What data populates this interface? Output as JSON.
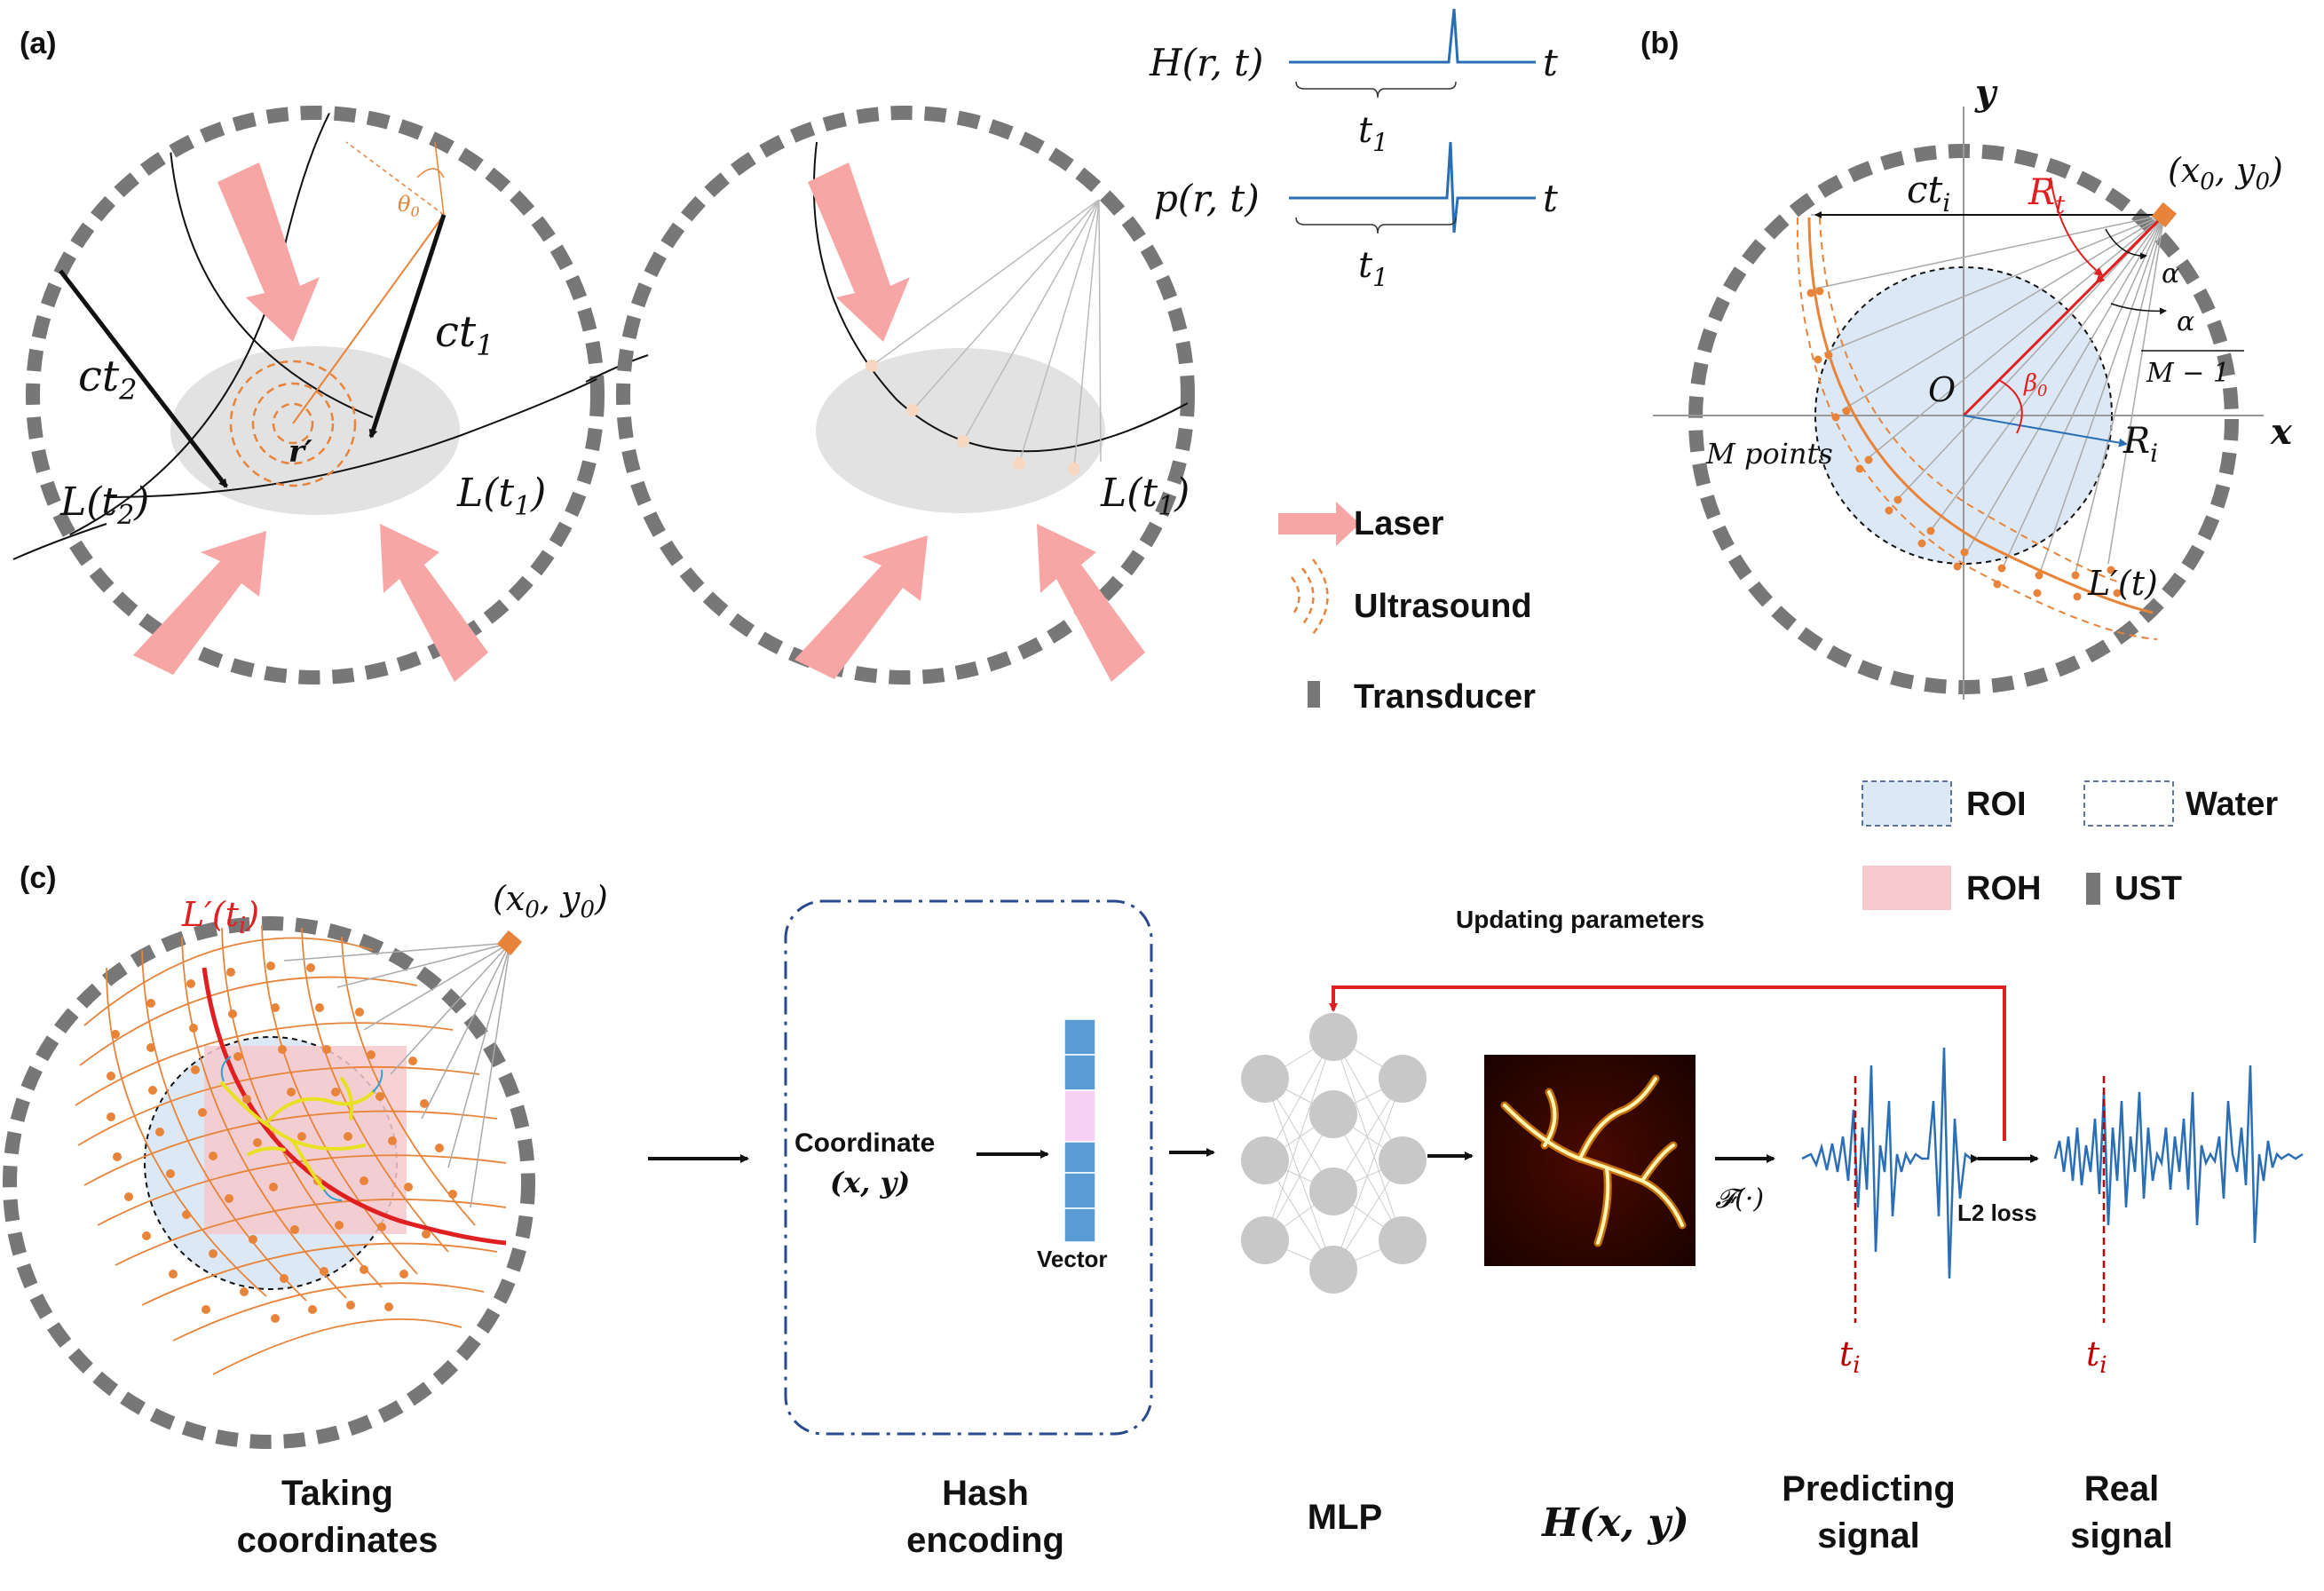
{
  "panels": {
    "a": "(a)",
    "b": "(b)",
    "c": "(c)"
  },
  "panel_a": {
    "ct1": "ct",
    "ct1_sub": "1",
    "ct2": "ct",
    "ct2_sub": "2",
    "Lt1": "L(t",
    "Lt1_sub": "1",
    "Lt1_end": ")",
    "Lt2": "L(t",
    "Lt2_sub": "2",
    "Lt2_end": ")",
    "rprime": "r′",
    "theta0": "θ",
    "theta0_sub": "0",
    "Lt1b": "L(t",
    "Lt1b_sub": "1",
    "Lt1b_end": ")"
  },
  "signals": {
    "H": "H(r, t)",
    "p": "p(r, t)",
    "t": "t",
    "t1": "t",
    "t1_sub": "1"
  },
  "legend_a": {
    "laser": "Laser",
    "ultrasound": "Ultrasound",
    "transducer": "Transducer"
  },
  "panel_b": {
    "y": "y",
    "x": "x",
    "origin": "O",
    "x0y0": "(x",
    "x0y0_sub": "0",
    "x0y0_mid": ", y",
    "x0y0_sub2": "0",
    "x0y0_end": ")",
    "cti": "ct",
    "cti_sub": "i",
    "Rt": "R",
    "Rt_sub": "t",
    "alpha1": "α",
    "alpha2": "α",
    "Mminus1": "M − 1",
    "beta0": "β",
    "beta0_sub": "0",
    "Ri": "R",
    "Ri_sub": "i",
    "mpoints": "M points",
    "Lprime": "L′(t)"
  },
  "legend_b": {
    "roi": "ROI",
    "water": "Water",
    "roh": "ROH",
    "ust": "UST"
  },
  "colors": {
    "laser": "#f8a5a5",
    "ultrasound": "#e8833a",
    "transducer": "#777777",
    "roi": "#dce8f5",
    "roh": "#f6c9cc",
    "signal": "#2a6fb5",
    "red": "#e02020"
  },
  "panel_c": {
    "x0y0": "(x",
    "x0y0_sub": "0",
    "x0y0_mid": ", y",
    "x0y0_sub2": "0",
    "x0y0_end": ")",
    "Lti": "L′(t",
    "Lti_sub": "i",
    "Lti_end": ")",
    "coordinate": "Coordinate",
    "xy": "(x, y)",
    "vector": "Vector",
    "updating": "Updating parameters",
    "Fop": "𝓕(·)",
    "l2": "L2 loss",
    "ti_pred": "t",
    "ti_pred_sub": "i",
    "ti_real": "t",
    "ti_real_sub": "i"
  },
  "captions": {
    "taking1": "Taking",
    "taking2": "coordinates",
    "hash1": "Hash",
    "hash2": "encoding",
    "mlp": "MLP",
    "Hxy": "H(x, y)",
    "pred1": "Predicting",
    "pred2": "signal",
    "real1": "Real",
    "real2": "signal"
  }
}
